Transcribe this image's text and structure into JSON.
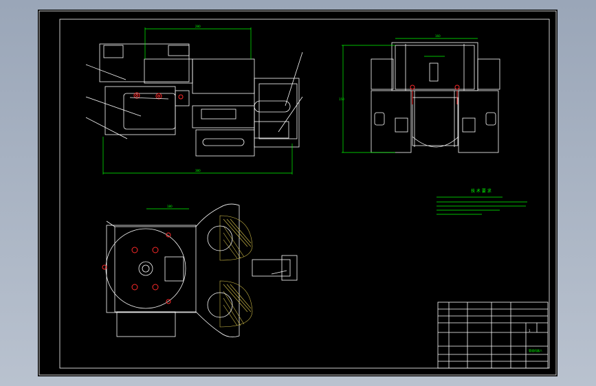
{
  "drawing": {
    "tech_req_title": "技 术 要 求",
    "dims": {
      "top_width": "280",
      "bottom_width": "380",
      "right_top": "160",
      "right_height": "150",
      "plan_width": "180"
    }
  },
  "title_block": {
    "name_label": "管道机器人",
    "sheet_number": "1"
  },
  "colors": {
    "sheet": "#000000",
    "background": "#a3aebf",
    "line": "#ffffff",
    "dim": "#00ff00",
    "center": "#ff2a2a",
    "hatch": "#d6c24a"
  }
}
